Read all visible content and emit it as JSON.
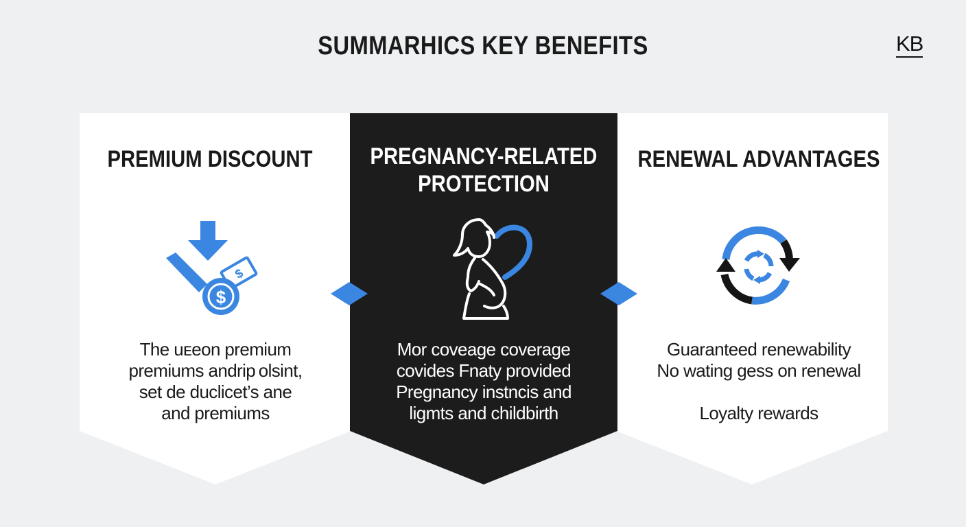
{
  "title": "SUMMARHICS KEY BENEFITS",
  "logo": "KB",
  "colors": {
    "background": "#eef0f1",
    "panel_light": "#ffffff",
    "panel_dark": "#1c1c1c",
    "accent_blue": "#3a86e0",
    "text_dark": "#1a1a1a"
  },
  "panels": [
    {
      "heading": "PREMIUM DISCOUNT",
      "icon": "discount-money-icon",
      "lines": [
        "The uᴇeon premium",
        "premiums andrip olsint,",
        "set de duclicet’s ane",
        "and premiums"
      ]
    },
    {
      "heading_lines": [
        "PREGNANCY-RELATED",
        "PROTECTION"
      ],
      "icon": "pregnant-woman-heart-icon",
      "lines": [
        "Mor coveage coverage",
        "covides Fnaty provided",
        "Pregnancy instncis and",
        "ligmts and childbirth"
      ]
    },
    {
      "heading": "RENEWAL ADVANTAGES",
      "icon": "renewal-cycle-icon",
      "lines": [
        "Guaranteed renewability",
        "No wating gess on renewal",
        "",
        "Loyalty rewards"
      ]
    }
  ]
}
